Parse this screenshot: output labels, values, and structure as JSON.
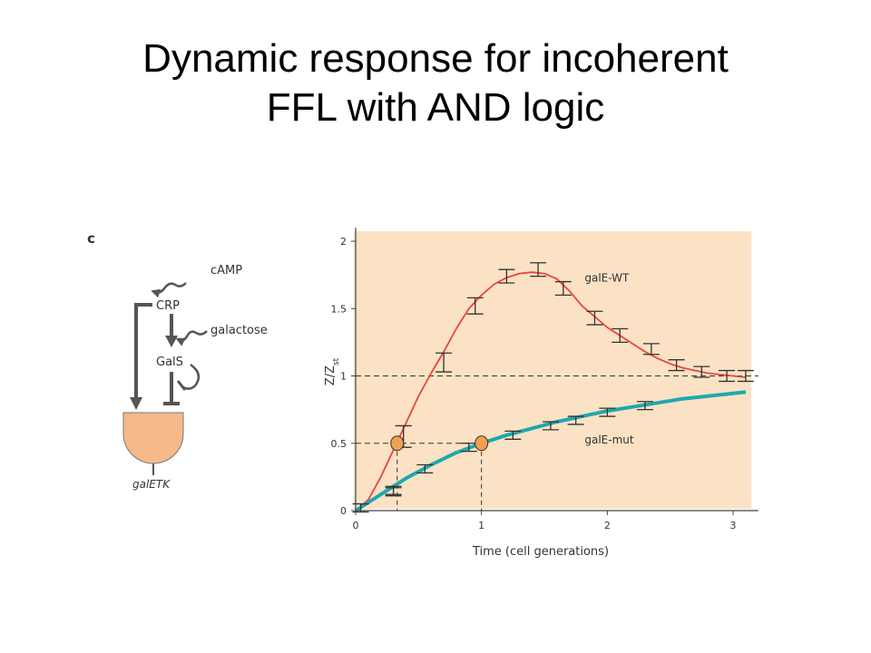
{
  "slide": {
    "title_line1": "Dynamic response for incoherent",
    "title_line2": "FFL with AND logic"
  },
  "diagram": {
    "panel_label": "c",
    "input1": "cAMP",
    "node1": "CRP",
    "input2": "galactose",
    "node2": "GalS",
    "output": "galETK",
    "gate_color": "#f5b98a"
  },
  "chart_data": {
    "type": "line",
    "xlabel": "Time (cell generations)",
    "ylabel": "Z/Z",
    "ylabel_sub": "st",
    "xlim": [
      0,
      3.2
    ],
    "ylim": [
      0,
      2.1
    ],
    "xticks": [
      0,
      1,
      2,
      3
    ],
    "yticks": [
      0,
      0.5,
      1,
      1.5,
      2
    ],
    "xtick_labels": [
      "0",
      "1",
      "2",
      "3"
    ],
    "ytick_labels": [
      "0",
      "0.5",
      "1",
      "1.5",
      "2"
    ],
    "reference_line_y": 1,
    "half_line_y": 0.5,
    "background_color": "#fbe2c4",
    "series": [
      {
        "name": "galE-WT",
        "color": "#e8463e",
        "curve": [
          [
            0,
            0
          ],
          [
            0.1,
            0.08
          ],
          [
            0.2,
            0.25
          ],
          [
            0.3,
            0.45
          ],
          [
            0.4,
            0.65
          ],
          [
            0.5,
            0.85
          ],
          [
            0.6,
            1.02
          ],
          [
            0.7,
            1.18
          ],
          [
            0.8,
            1.35
          ],
          [
            0.9,
            1.5
          ],
          [
            1.0,
            1.6
          ],
          [
            1.1,
            1.68
          ],
          [
            1.2,
            1.73
          ],
          [
            1.3,
            1.76
          ],
          [
            1.4,
            1.77
          ],
          [
            1.5,
            1.76
          ],
          [
            1.6,
            1.72
          ],
          [
            1.7,
            1.63
          ],
          [
            1.8,
            1.52
          ],
          [
            1.9,
            1.44
          ],
          [
            2.0,
            1.36
          ],
          [
            2.1,
            1.3
          ],
          [
            2.2,
            1.24
          ],
          [
            2.3,
            1.18
          ],
          [
            2.4,
            1.13
          ],
          [
            2.5,
            1.09
          ],
          [
            2.6,
            1.06
          ],
          [
            2.7,
            1.04
          ],
          [
            2.8,
            1.02
          ],
          [
            2.9,
            1.01
          ],
          [
            3.0,
            1.0
          ],
          [
            3.1,
            0.99
          ]
        ],
        "points": [
          {
            "x": 0.04,
            "y": 0.02,
            "err": 0.03
          },
          {
            "x": 0.3,
            "y": 0.15,
            "err": 0.03
          },
          {
            "x": 0.38,
            "y": 0.55,
            "err": 0.08
          },
          {
            "x": 0.7,
            "y": 1.1,
            "err": 0.07
          },
          {
            "x": 0.95,
            "y": 1.52,
            "err": 0.06
          },
          {
            "x": 1.2,
            "y": 1.74,
            "err": 0.05
          },
          {
            "x": 1.45,
            "y": 1.79,
            "err": 0.05
          },
          {
            "x": 1.65,
            "y": 1.65,
            "err": 0.05
          },
          {
            "x": 1.9,
            "y": 1.43,
            "err": 0.05
          },
          {
            "x": 2.1,
            "y": 1.3,
            "err": 0.05
          },
          {
            "x": 2.35,
            "y": 1.2,
            "err": 0.04
          },
          {
            "x": 2.55,
            "y": 1.08,
            "err": 0.04
          },
          {
            "x": 2.75,
            "y": 1.03,
            "err": 0.04
          },
          {
            "x": 2.95,
            "y": 1.0,
            "err": 0.04
          },
          {
            "x": 3.1,
            "y": 1.0,
            "err": 0.04
          }
        ]
      },
      {
        "name": "galE-mut",
        "color": "#1fa8ad",
        "curve": [
          [
            0,
            0
          ],
          [
            0.2,
            0.12
          ],
          [
            0.4,
            0.24
          ],
          [
            0.6,
            0.34
          ],
          [
            0.8,
            0.43
          ],
          [
            1.0,
            0.5
          ],
          [
            1.2,
            0.56
          ],
          [
            1.4,
            0.61
          ],
          [
            1.6,
            0.66
          ],
          [
            1.8,
            0.7
          ],
          [
            2.0,
            0.74
          ],
          [
            2.2,
            0.77
          ],
          [
            2.4,
            0.8
          ],
          [
            2.6,
            0.83
          ],
          [
            2.8,
            0.85
          ],
          [
            3.0,
            0.87
          ],
          [
            3.1,
            0.88
          ]
        ],
        "points": [
          {
            "x": 0.3,
            "y": 0.14,
            "err": 0.03
          },
          {
            "x": 0.55,
            "y": 0.31,
            "err": 0.03
          },
          {
            "x": 0.9,
            "y": 0.47,
            "err": 0.03
          },
          {
            "x": 1.25,
            "y": 0.56,
            "err": 0.03
          },
          {
            "x": 1.55,
            "y": 0.63,
            "err": 0.03
          },
          {
            "x": 1.75,
            "y": 0.67,
            "err": 0.03
          },
          {
            "x": 2.0,
            "y": 0.73,
            "err": 0.03
          },
          {
            "x": 2.3,
            "y": 0.78,
            "err": 0.03
          }
        ]
      }
    ],
    "half_markers": [
      {
        "series": "galE-WT",
        "x": 0.33,
        "y": 0.5
      },
      {
        "series": "galE-mut",
        "x": 1.0,
        "y": 0.5
      }
    ],
    "marker_color": "#f0a050"
  }
}
